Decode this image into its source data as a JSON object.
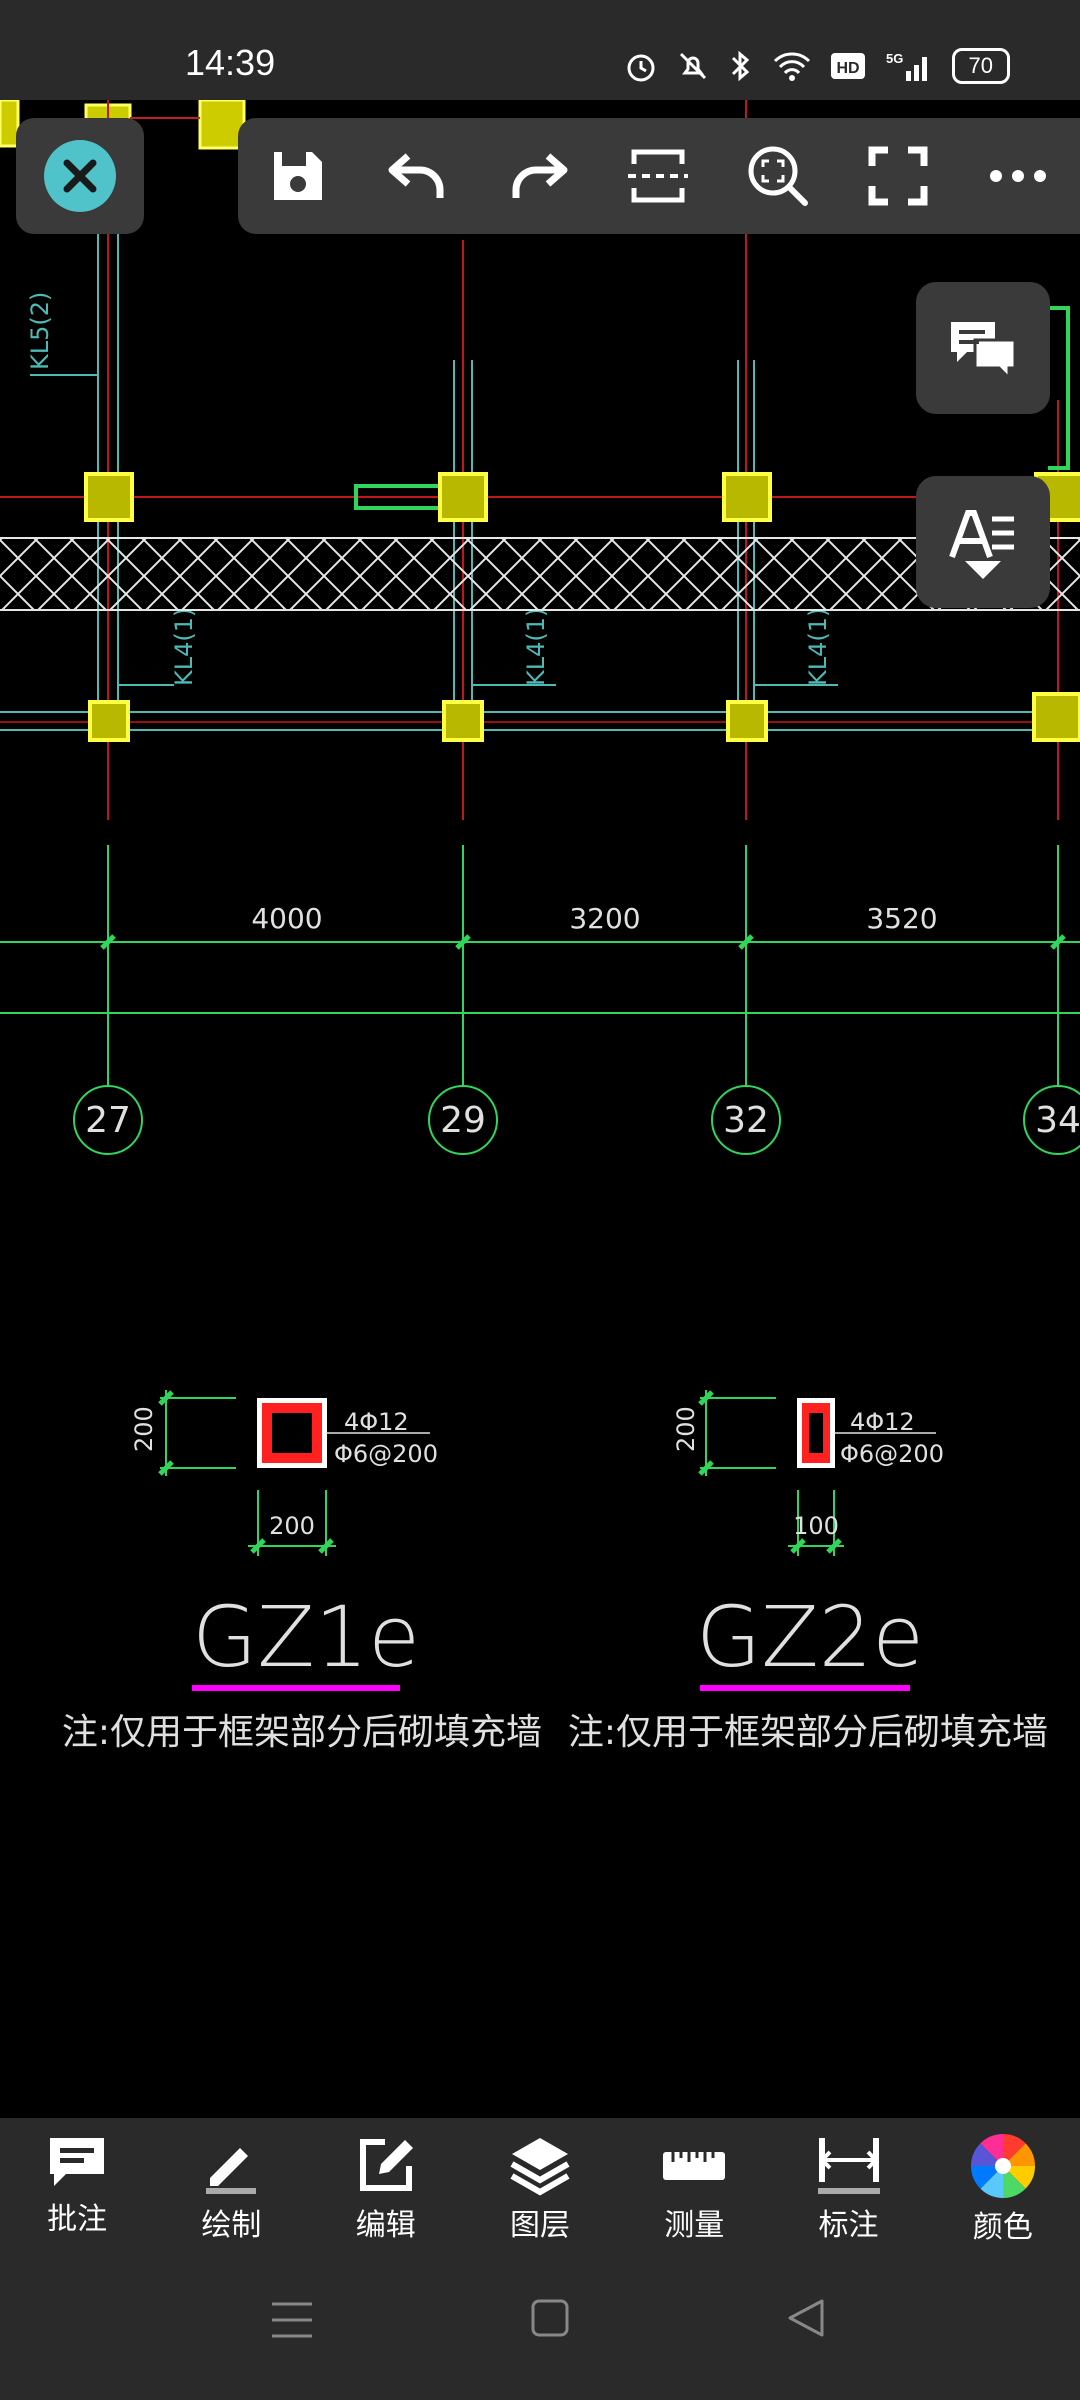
{
  "status": {
    "time": "14:39",
    "battery": "70"
  },
  "drawing": {
    "beam_labels": [
      "KL5(2)",
      "KL4(1)",
      "KL4(1)",
      "KL4(1)"
    ],
    "dimensions": [
      "4000",
      "3200",
      "3520"
    ],
    "axes": [
      "27",
      "29",
      "32",
      "34"
    ],
    "details": [
      {
        "title": "GZ1e",
        "side_dim": "200",
        "bottom_dim": "200",
        "rebar_main": "4Φ12",
        "rebar_stirrup": "Φ6@200",
        "note": "注:仅用于框架部分后砌填充墙"
      },
      {
        "title": "GZ2e",
        "side_dim": "200",
        "bottom_dim": "100",
        "rebar_main": "4Φ12",
        "rebar_stirrup": "Φ6@200",
        "note": "注:仅用于框架部分后砌填充墙"
      }
    ]
  },
  "toolbar": {
    "icons": [
      "close-icon",
      "save-icon",
      "undo-icon",
      "redo-icon",
      "crop-region-icon",
      "zoom-extent-icon",
      "fullscreen-icon",
      "more-icon"
    ]
  },
  "float_buttons": [
    "comments-icon",
    "text-style-icon"
  ],
  "bottom_tabs": [
    {
      "label": "批注",
      "icon": "annotate-icon"
    },
    {
      "label": "绘制",
      "icon": "draw-icon"
    },
    {
      "label": "编辑",
      "icon": "edit-icon"
    },
    {
      "label": "图层",
      "icon": "layers-icon"
    },
    {
      "label": "测量",
      "icon": "measure-icon"
    },
    {
      "label": "标注",
      "icon": "dimension-icon"
    },
    {
      "label": "颜色",
      "icon": "color-wheel-icon"
    }
  ],
  "colors": {
    "cad_green": "#2fd65a",
    "cad_yellow": "#ffff00",
    "cad_red": "#ff2020",
    "magenta": "#ff00ff",
    "accent_teal": "#4fc3c9"
  }
}
